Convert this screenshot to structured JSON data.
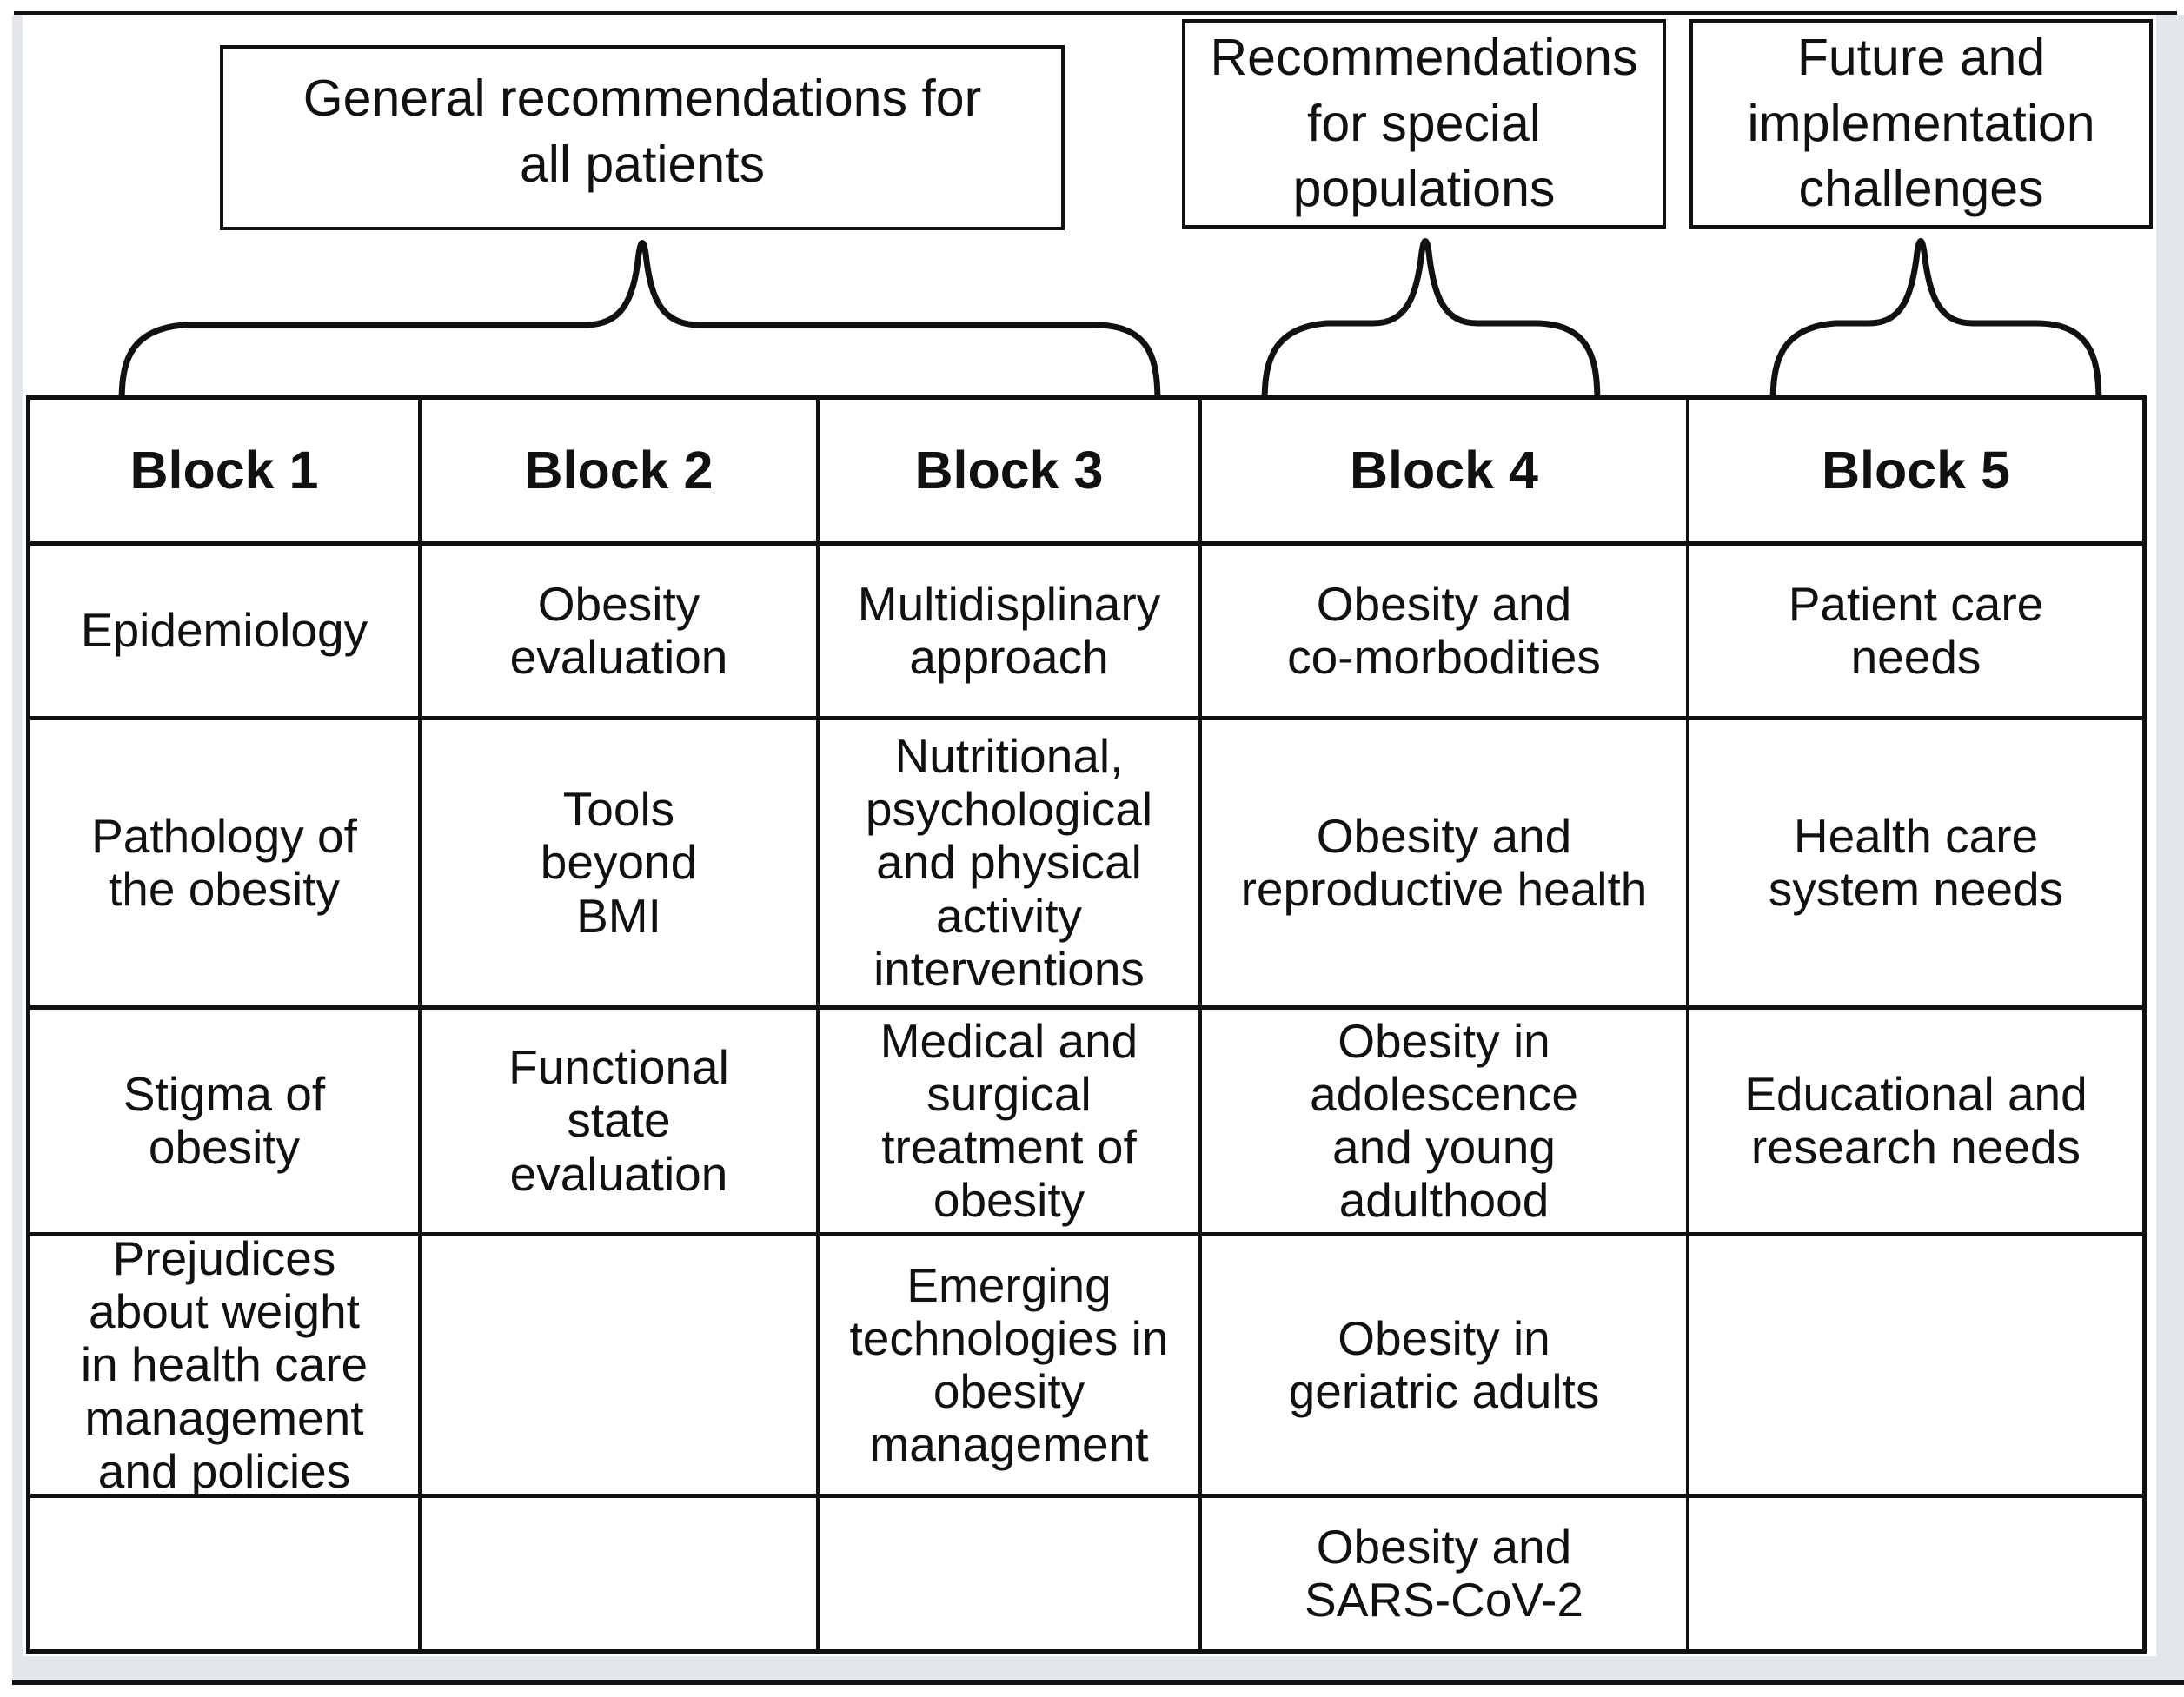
{
  "colors": {
    "ink": "#111111",
    "accent": "#e3e7eb",
    "background": "#ffffff"
  },
  "groups": [
    {
      "label": "General recommendations for\nall patients"
    },
    {
      "label": "Recommendations\nfor special\npopulations"
    },
    {
      "label": "Future and\nimplementation\nchallenges"
    }
  ],
  "table": {
    "columns": [
      {
        "header": "Block 1",
        "cells": [
          "Epidemiology",
          "Pathology of\nthe obesity",
          "Stigma of\nobesity",
          "Prejudices\nabout weight\nin health care\nmanagement\nand policies",
          ""
        ]
      },
      {
        "header": "Block 2",
        "cells": [
          "Obesity\nevaluation",
          "Tools\nbeyond\nBMI",
          "Functional\nstate\nevaluation",
          "",
          ""
        ]
      },
      {
        "header": "Block 3",
        "cells": [
          "Multidisplinary\napproach",
          "Nutritional,\npsychological\nand physical\nactivity\ninterventions",
          "Medical and\nsurgical\ntreatment of\nobesity",
          "Emerging\ntechnologies in\nobesity\nmanagement",
          ""
        ]
      },
      {
        "header": "Block 4",
        "cells": [
          "Obesity and\nco-morbodities",
          "Obesity and\nreproductive health",
          "Obesity in\nadolescence\nand young\nadulthood",
          "Obesity in\ngeriatric adults",
          "Obesity and\nSARS-CoV-2"
        ]
      },
      {
        "header": "Block 5",
        "cells": [
          "Patient care\nneeds",
          "Health care\nsystem needs",
          "Educational and\nresearch needs",
          "",
          ""
        ]
      }
    ]
  }
}
